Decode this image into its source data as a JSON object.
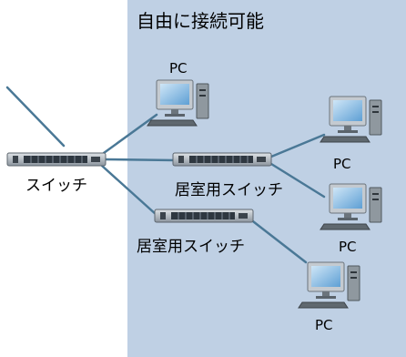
{
  "region": {
    "title": "自由に接続可能",
    "fill": "#bfd0e4"
  },
  "devices": {
    "main_switch_label": "スイッチ",
    "room_switch_1_label": "居室用スイッチ",
    "room_switch_2_label": "居室用スイッチ",
    "pc_label": "PC"
  },
  "colors": {
    "cable": "#4a7896",
    "switch_body": "#2e3740",
    "monitor_screen": "#7fb6e2"
  }
}
